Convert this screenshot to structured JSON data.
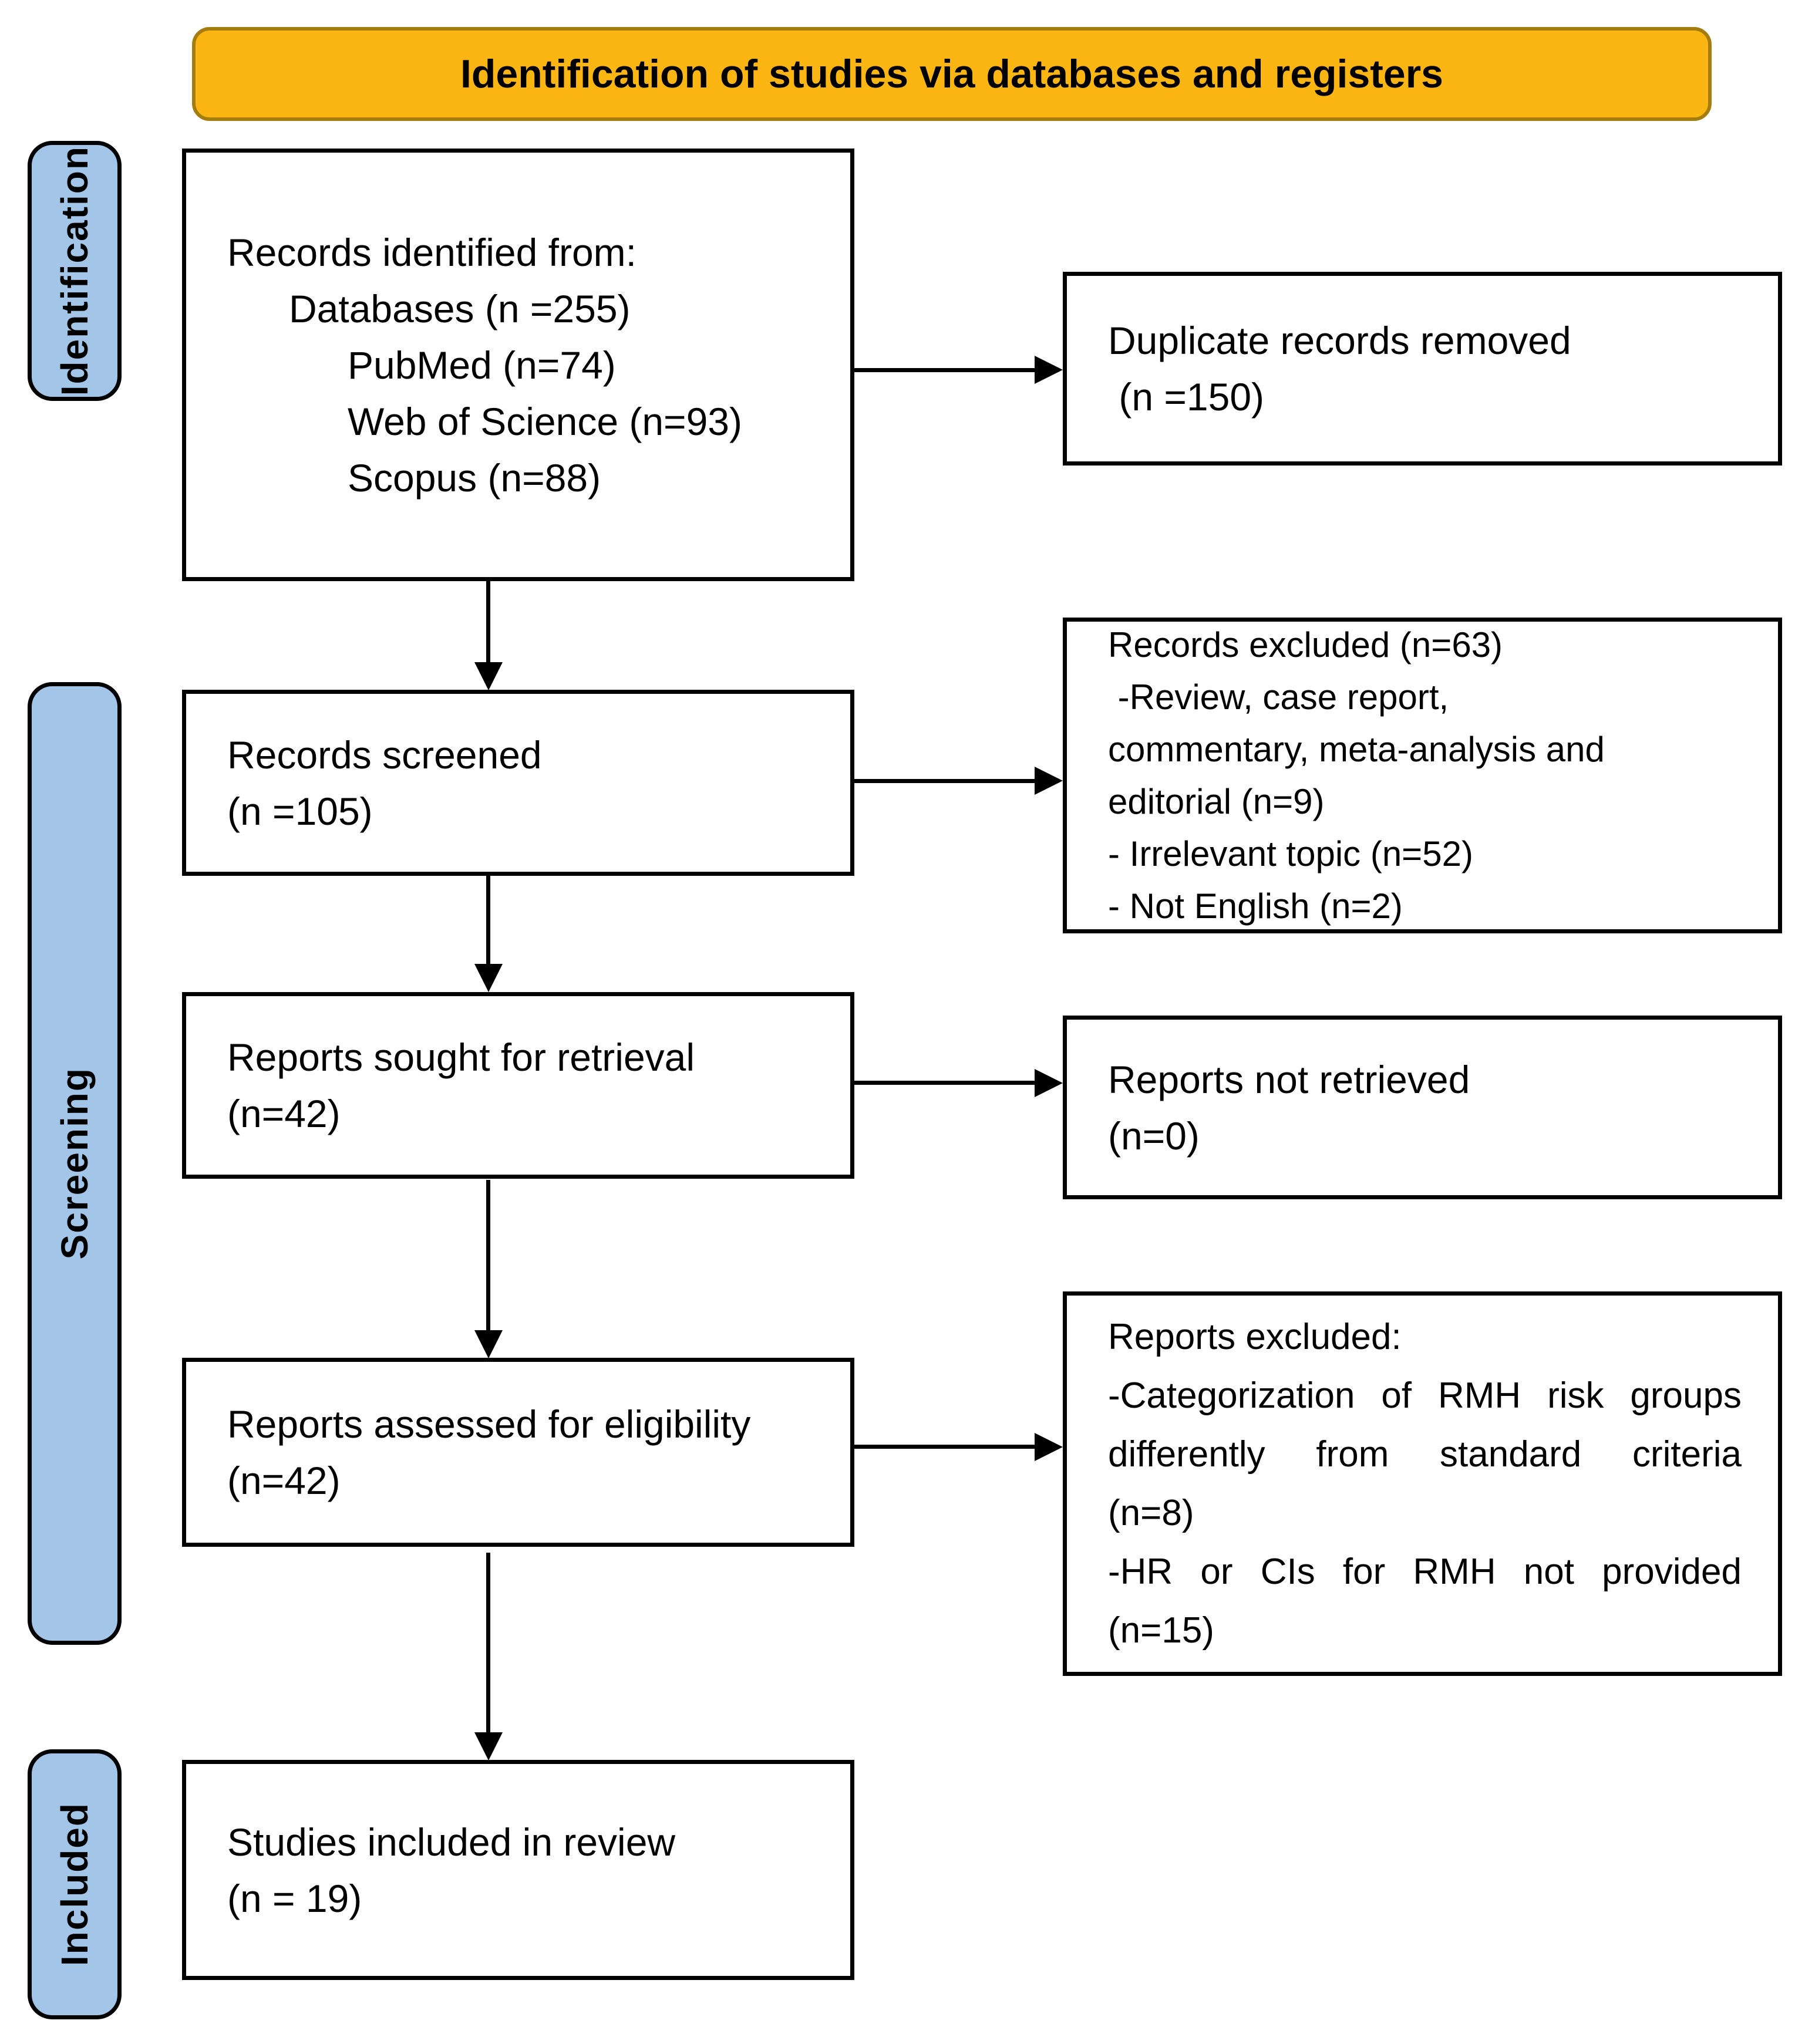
{
  "banner": {
    "title": "Identification of studies via databases and registers"
  },
  "stages": {
    "identification": "Identification",
    "screening": "Screening",
    "included": "Included"
  },
  "boxes": {
    "records_identified": {
      "lines": [
        "Records identified from:",
        "Databases (n =255)",
        "PubMed (n=74)",
        "Web of Science (n=93)",
        "Scopus (n=88)"
      ]
    },
    "duplicates_removed": {
      "lines": [
        "Duplicate records removed",
        " (n =150)"
      ]
    },
    "records_screened": {
      "lines": [
        "Records screened",
        "(n =105)"
      ]
    },
    "records_excluded": {
      "lines": [
        "Records excluded (n=63)",
        " -Review, case report,",
        "commentary, meta-analysis and",
        "editorial (n=9)",
        "- Irrelevant topic (n=52)",
        "- Not English (n=2)"
      ]
    },
    "reports_sought": {
      "lines": [
        "Reports sought for retrieval",
        "(n=42)"
      ]
    },
    "reports_not_retrieved": {
      "lines": [
        "Reports not retrieved",
        "(n=0)"
      ]
    },
    "reports_assessed": {
      "lines": [
        "Reports assessed for eligibility",
        "(n=42)"
      ]
    },
    "reports_excluded": {
      "lines": [
        "Reports excluded:",
        "-Categorization of RMH risk groups",
        "differently from standard criteria",
        "(n=8)",
        "-HR or CIs for RMH not provided",
        "(n=15)"
      ]
    },
    "studies_included": {
      "lines": [
        "Studies included in review",
        "(n = 19)"
      ]
    }
  },
  "colors": {
    "banner_bg": "#FBB614",
    "banner_border": "#A57D0E",
    "stage_bg": "#A3C6E8",
    "outline": "#000000"
  }
}
